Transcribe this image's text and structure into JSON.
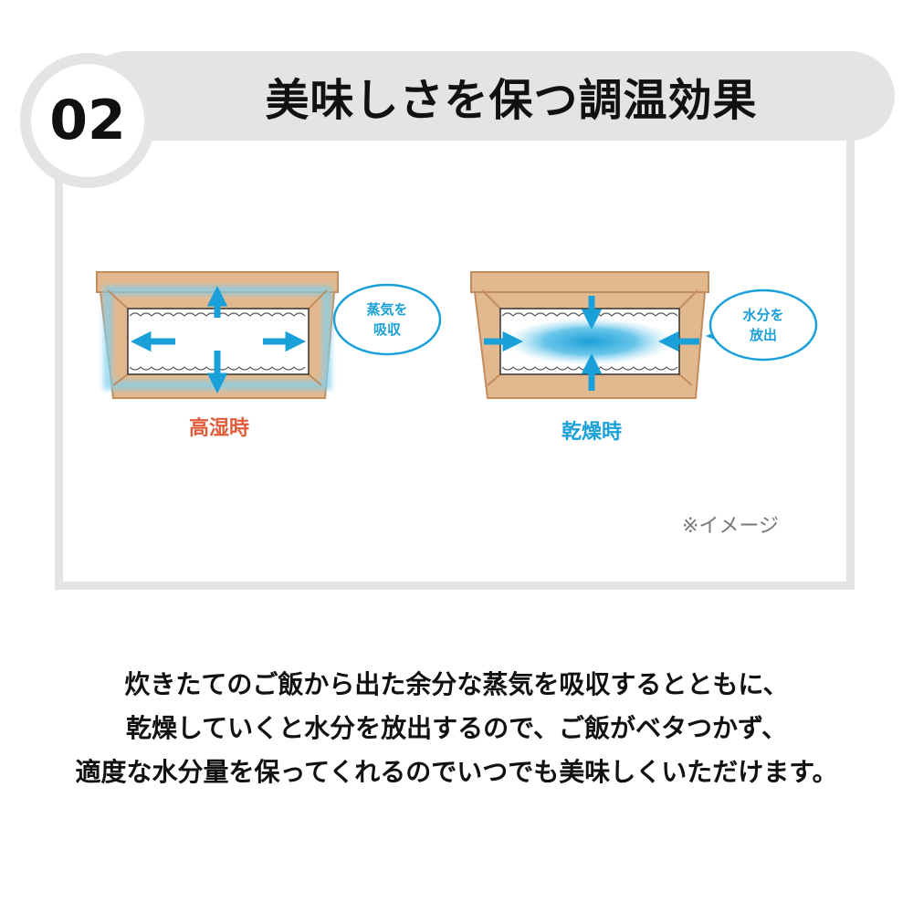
{
  "header": {
    "number": "02",
    "title": "美味しさを保つ調温効果"
  },
  "diagram": {
    "left": {
      "caption": "高湿時",
      "bubble_line1": "蒸気を",
      "bubble_line2": "吸収"
    },
    "right": {
      "caption": "乾燥時",
      "bubble_line1": "水分を",
      "bubble_line2": "放出"
    },
    "note": "※イメージ"
  },
  "description": {
    "line1": "炊きたてのご飯から出た余分な蒸気を吸収するとともに、",
    "line2": "乾燥していくと水分を放出するので、ご飯がベタつかず、",
    "line3": "適度な水分量を保ってくれるのでいつでも美味しくいただけます。"
  },
  "colors": {
    "panel_gray": "#e4e4e4",
    "wood": "#e2b98f",
    "wood_stroke": "#c38c5c",
    "blue": "#1aa0d8",
    "red_caption": "#e05c3a"
  }
}
